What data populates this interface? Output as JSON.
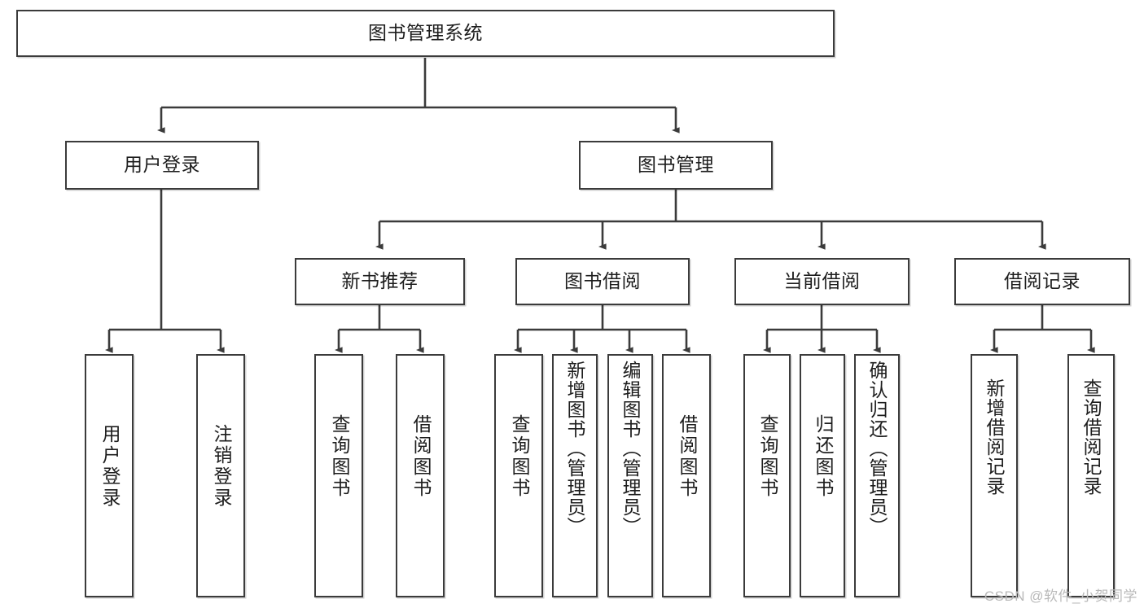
{
  "diagram": {
    "title": "图书管理系统",
    "type": "tree",
    "orientation": "top-down",
    "colors": {
      "box_border": "#3b3b3b",
      "box_fill": "#ffffff",
      "connector": "#3b3b3b",
      "text": "#1d1d1d",
      "watermark": "#b9b9b9"
    },
    "nodes": {
      "root": {
        "label": "图书管理系统",
        "level": 0,
        "text_orientation": "horizontal"
      },
      "level1": [
        {
          "id": "user-login",
          "label": "用户登录",
          "text_orientation": "horizontal"
        },
        {
          "id": "book-manage",
          "label": "图书管理",
          "text_orientation": "horizontal"
        }
      ],
      "level2": [
        {
          "id": "new-book-recommend",
          "label": "新书推荐",
          "text_orientation": "horizontal",
          "parent": "book-manage"
        },
        {
          "id": "book-borrow",
          "label": "图书借阅",
          "text_orientation": "horizontal",
          "parent": "book-manage"
        },
        {
          "id": "current-borrow",
          "label": "当前借阅",
          "text_orientation": "horizontal",
          "parent": "book-manage"
        },
        {
          "id": "borrow-record",
          "label": "借阅记录",
          "text_orientation": "horizontal",
          "parent": "book-manage"
        }
      ],
      "leaves": [
        {
          "id": "leaf-user-login",
          "label": "用户登录",
          "parent": "user-login",
          "text_orientation": "vertical"
        },
        {
          "id": "leaf-user-logout",
          "label": "注销登录",
          "parent": "user-login",
          "text_orientation": "vertical"
        },
        {
          "id": "leaf-query-book-a",
          "label": "查询图书",
          "parent": "new-book-recommend",
          "text_orientation": "vertical"
        },
        {
          "id": "leaf-borrow-book-a",
          "label": "借阅图书",
          "parent": "new-book-recommend",
          "text_orientation": "vertical"
        },
        {
          "id": "leaf-query-book-b",
          "label": "查询图书",
          "parent": "book-borrow",
          "text_orientation": "vertical"
        },
        {
          "id": "leaf-add-book",
          "label": "新增图书（管理员）",
          "parent": "book-borrow",
          "text_orientation": "vertical"
        },
        {
          "id": "leaf-edit-book",
          "label": "编辑图书（管理员）",
          "parent": "book-borrow",
          "text_orientation": "vertical"
        },
        {
          "id": "leaf-borrow-book-b",
          "label": "借阅图书",
          "parent": "book-borrow",
          "text_orientation": "vertical"
        },
        {
          "id": "leaf-query-book-c",
          "label": "查询图书",
          "parent": "current-borrow",
          "text_orientation": "vertical"
        },
        {
          "id": "leaf-return-book",
          "label": "归还图书",
          "parent": "current-borrow",
          "text_orientation": "vertical"
        },
        {
          "id": "leaf-confirm-return",
          "label": "确认归还（管理员）",
          "parent": "current-borrow",
          "text_orientation": "vertical"
        },
        {
          "id": "leaf-add-record",
          "label": "新增借阅记录",
          "parent": "borrow-record",
          "text_orientation": "vertical"
        },
        {
          "id": "leaf-query-record",
          "label": "查询借阅记录",
          "parent": "borrow-record",
          "text_orientation": "vertical"
        }
      ]
    }
  },
  "watermark": {
    "text": "CSDN @软件_小贺同学"
  }
}
